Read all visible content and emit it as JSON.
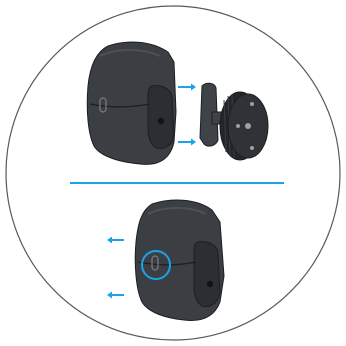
{
  "diagram": {
    "description_id": "camera-mount-attach-detach",
    "colors": {
      "background": "#ffffff",
      "circle_stroke": "#5a5a5a",
      "divider": "#1aa3e8",
      "arrow": "#1aa3e8",
      "highlight": "#1aa3e8",
      "camera_body": "#3b3f44",
      "camera_shade": "#2b2e32",
      "camera_highlight": "#4c5157",
      "camera_outline": "#1c1e21",
      "mount_body": "#3f4348",
      "mount_ring": "#22252a",
      "mount_face": "#2f3237",
      "mount_dot": "#9aa0a6"
    },
    "icons": {
      "attach_arrows": "arrow-right-icon",
      "detach_arrows": "arrow-left-icon",
      "release_button_marker": "circle-highlight-icon"
    },
    "steps": [
      {
        "id": "attach",
        "arrow_direction": "right",
        "arrow_count": 2
      },
      {
        "id": "detach",
        "arrow_direction": "left",
        "arrow_count": 2
      }
    ]
  }
}
